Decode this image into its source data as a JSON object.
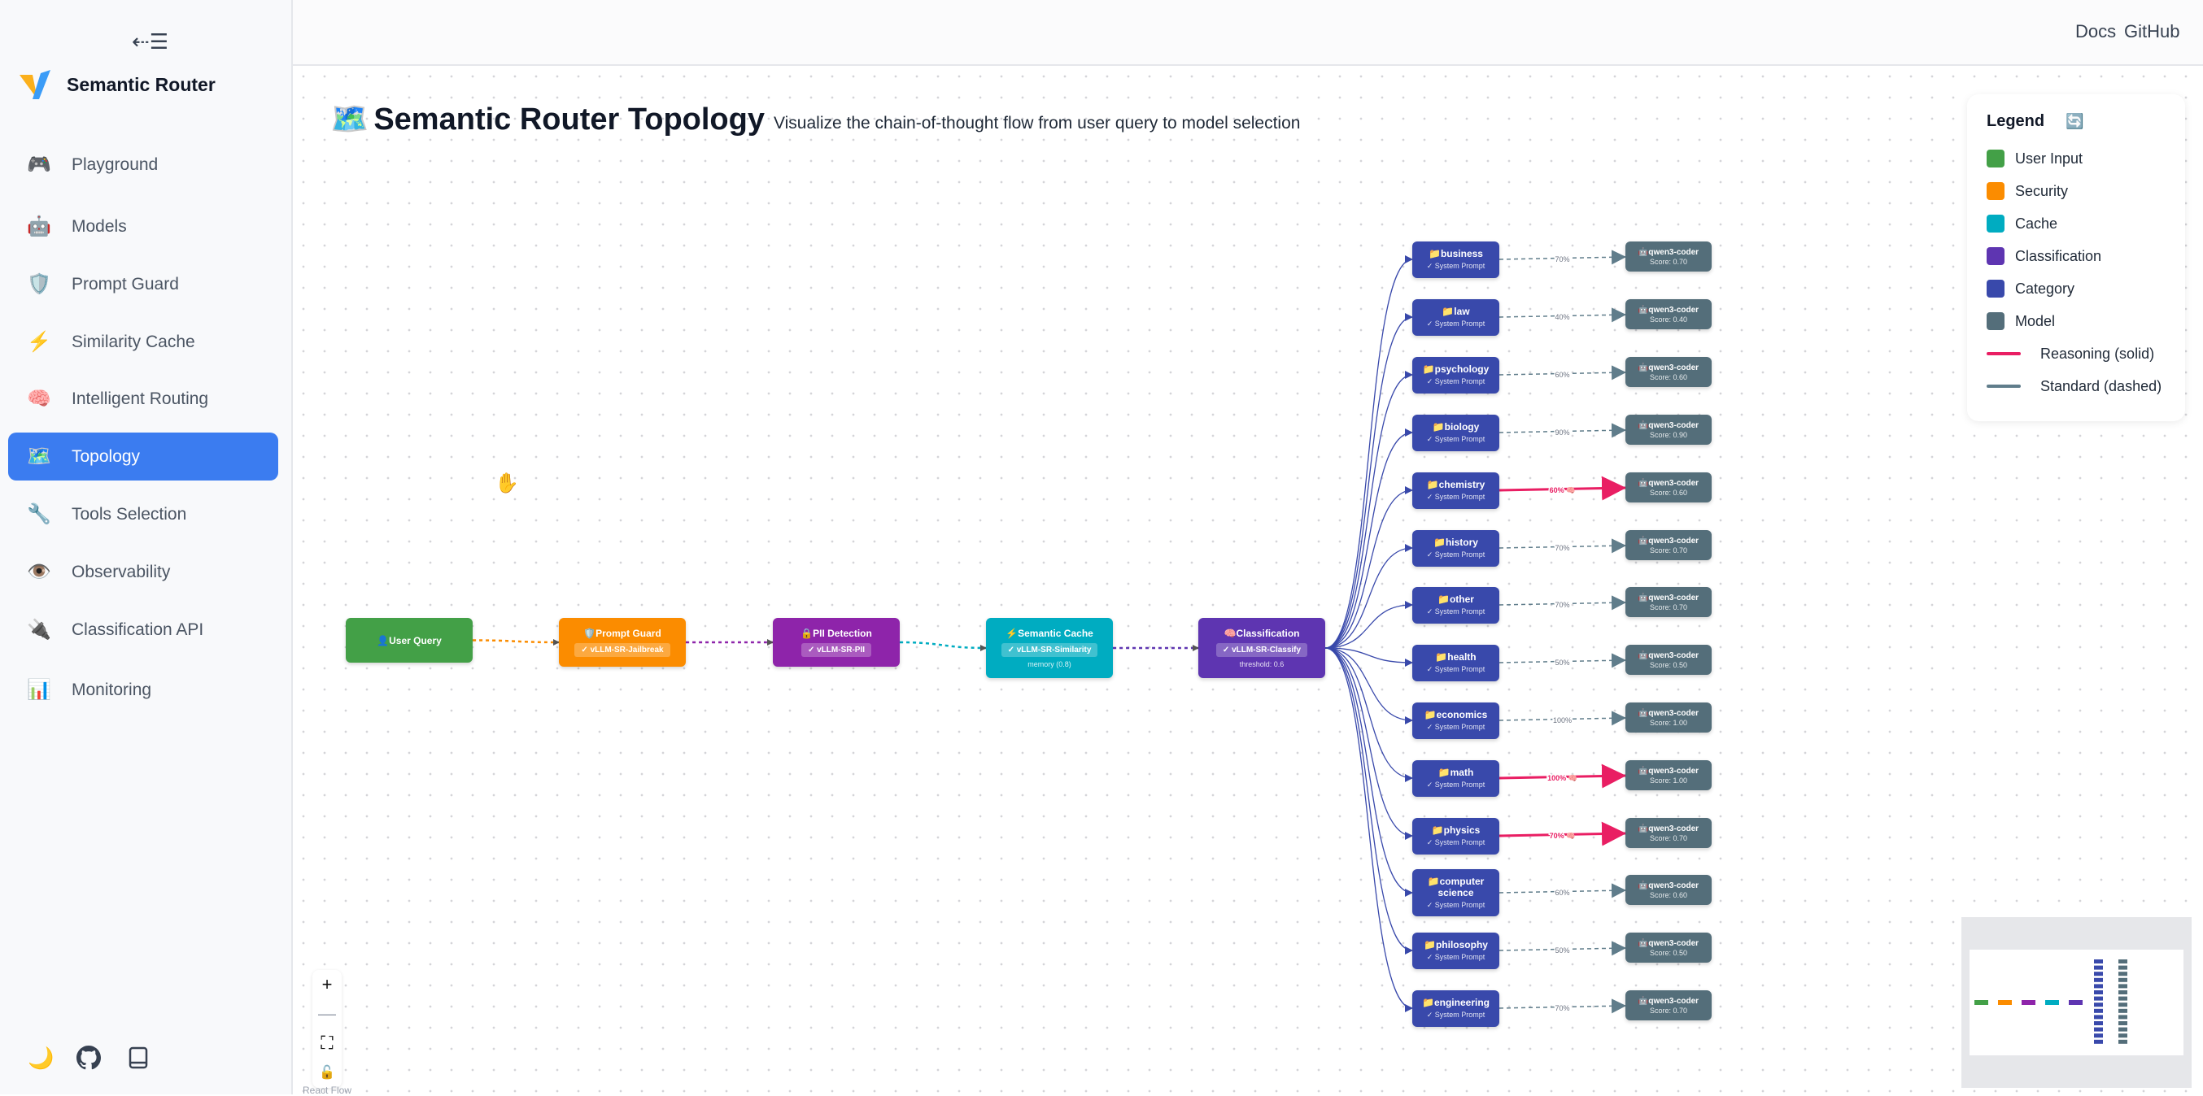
{
  "sidebar": {
    "collapse_icon": "collapse-menu-icon",
    "brand": "Semantic Router",
    "items": [
      {
        "label": "Playground",
        "icon": "🎮"
      },
      {
        "label": "Models",
        "icon": "🤖"
      },
      {
        "label": "Prompt Guard",
        "icon": "🛡️"
      },
      {
        "label": "Similarity Cache",
        "icon": "⚡"
      },
      {
        "label": "Intelligent Routing",
        "icon": "🧠"
      },
      {
        "label": "Topology",
        "icon": "🗺️",
        "active": true
      },
      {
        "label": "Tools Selection",
        "icon": "🔧"
      },
      {
        "label": "Observability",
        "icon": "👁️"
      },
      {
        "label": "Classification API",
        "icon": "🔌"
      },
      {
        "label": "Monitoring",
        "icon": "📊"
      }
    ],
    "bottom_icons": [
      "moon-icon",
      "github-icon",
      "book-icon"
    ]
  },
  "header": {
    "docs": "Docs",
    "github": "GitHub"
  },
  "page": {
    "title_icon": "🗺️",
    "title": "Semantic Router Topology",
    "subtitle": "Visualize the chain-of-thought flow from user query to model selection"
  },
  "pipeline": [
    {
      "title": "👤User Query",
      "color": "#43a047"
    },
    {
      "title": "🛡️Prompt Guard",
      "pill": "✓ vLLM-SR-Jailbreak",
      "color": "#fb8c00"
    },
    {
      "title": "🔒PII Detection",
      "pill": "✓ vLLM-SR-PII",
      "color": "#8e24aa"
    },
    {
      "title": "⚡Semantic Cache",
      "pill": "✓ vLLM-SR-Similarity",
      "meta": "memory (0.8)",
      "color": "#00acc1"
    },
    {
      "title": "🧠Classification",
      "pill": "✓ vLLM-SR-Classify",
      "meta": "threshold: 0.6",
      "color": "#5e35b1"
    }
  ],
  "category_sub": "✓ System Prompt",
  "categories": [
    {
      "name": "business",
      "model": "qwen3-coder",
      "score": "Score: 0.70",
      "pct": "70%",
      "reasoning": false
    },
    {
      "name": "law",
      "model": "qwen3-coder",
      "score": "Score: 0.40",
      "pct": "40%",
      "reasoning": false
    },
    {
      "name": "psychology",
      "model": "qwen3-coder",
      "score": "Score: 0.60",
      "pct": "60%",
      "reasoning": false
    },
    {
      "name": "biology",
      "model": "qwen3-coder",
      "score": "Score: 0.90",
      "pct": "90%",
      "reasoning": false
    },
    {
      "name": "chemistry",
      "model": "qwen3-coder",
      "score": "Score: 0.60",
      "pct": "60% 🧠",
      "reasoning": true
    },
    {
      "name": "history",
      "model": "qwen3-coder",
      "score": "Score: 0.70",
      "pct": "70%",
      "reasoning": false
    },
    {
      "name": "other",
      "model": "qwen3-coder",
      "score": "Score: 0.70",
      "pct": "70%",
      "reasoning": false
    },
    {
      "name": "health",
      "model": "qwen3-coder",
      "score": "Score: 0.50",
      "pct": "50%",
      "reasoning": false
    },
    {
      "name": "economics",
      "model": "qwen3-coder",
      "score": "Score: 1.00",
      "pct": "100%",
      "reasoning": false
    },
    {
      "name": "math",
      "model": "qwen3-coder",
      "score": "Score: 1.00",
      "pct": "100% 🧠",
      "reasoning": true
    },
    {
      "name": "physics",
      "model": "qwen3-coder",
      "score": "Score: 0.70",
      "pct": "70% 🧠",
      "reasoning": true
    },
    {
      "name": "computer science",
      "model": "qwen3-coder",
      "score": "Score: 0.60",
      "pct": "60%",
      "reasoning": false
    },
    {
      "name": "philosophy",
      "model": "qwen3-coder",
      "score": "Score: 0.50",
      "pct": "50%",
      "reasoning": false
    },
    {
      "name": "engineering",
      "model": "qwen3-coder",
      "score": "Score: 0.70",
      "pct": "70%",
      "reasoning": false
    }
  ],
  "colors": {
    "category": "#3949ab",
    "model": "#546e7a",
    "reasoning": "#e91e63",
    "standard": "#607d8b"
  },
  "legend": {
    "title": "Legend",
    "refresh_icon": "🔄",
    "items": [
      {
        "label": "User Input",
        "color": "#43a047"
      },
      {
        "label": "Security",
        "color": "#fb8c00"
      },
      {
        "label": "Cache",
        "color": "#00acc1"
      },
      {
        "label": "Classification",
        "color": "#5e35b1"
      },
      {
        "label": "Category",
        "color": "#3949ab"
      },
      {
        "label": "Model",
        "color": "#546e7a"
      }
    ],
    "lines": [
      {
        "label": "Reasoning (solid)",
        "color": "#e91e63"
      },
      {
        "label": "Standard (dashed)",
        "color": "#607d8b"
      }
    ]
  },
  "controls": {
    "zoom_in": "+",
    "zoom_out": "—",
    "fit": "⛶",
    "lock": "🔓"
  },
  "attribution": "React Flow"
}
